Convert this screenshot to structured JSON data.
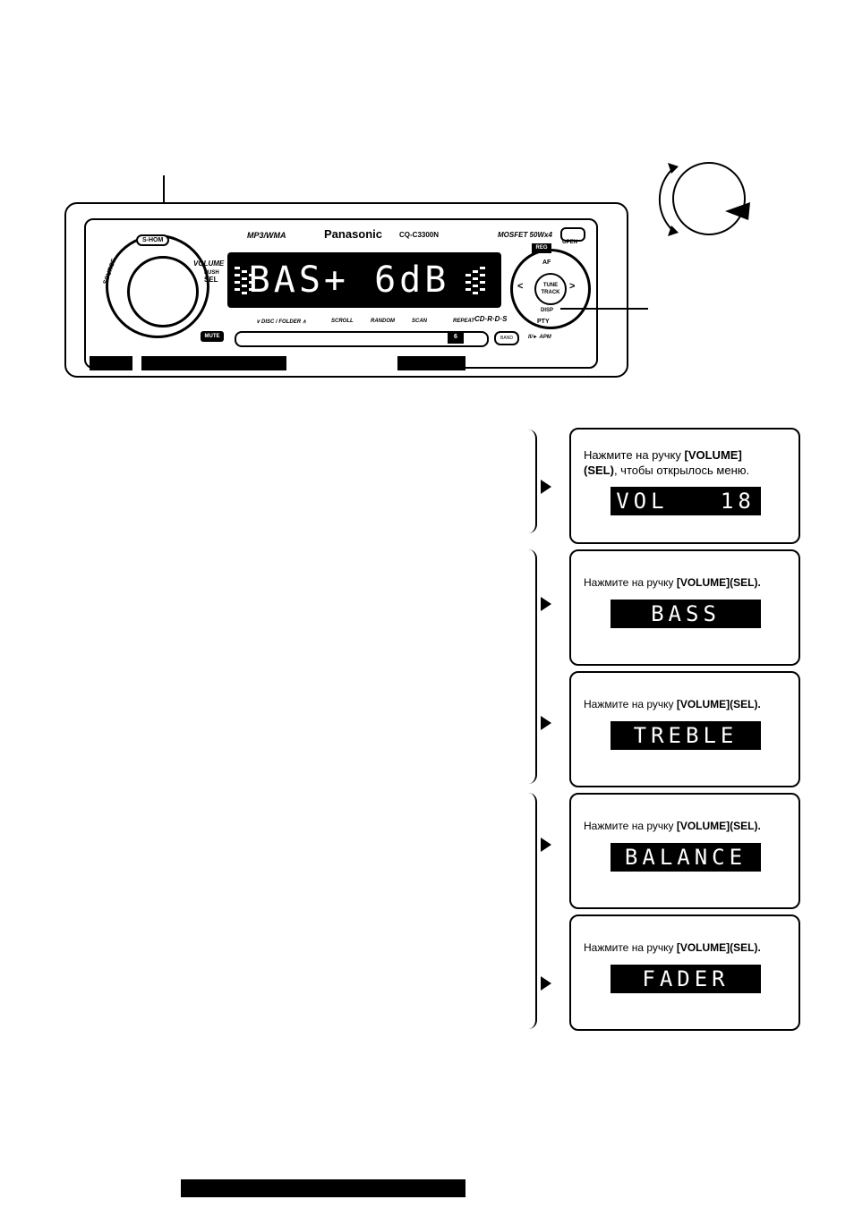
{
  "radio": {
    "brand": "Panasonic",
    "model": "CQ-C3300N",
    "format_label": "MP3/WMA",
    "power_label": "MOSFET 50Wx4",
    "shom_label": "S-HOM",
    "volume_label": "VOLUME",
    "push_label": "PUSH",
    "sel_label": "SEL",
    "source_label": "SOURCE",
    "open_label": "OPEN",
    "display_text": "BAS+ 6dB",
    "reg_label": "REG",
    "af_label": "AF",
    "tune_label_1": "TUNE",
    "tune_label_2": "TRACK",
    "disp_label": "DISP",
    "pty_label": "PTY",
    "prev_symbol": "<",
    "next_symbol": ">",
    "disc_folder_label": "∨ DISC / FOLDER ∧",
    "scroll_label": "SCROLL",
    "random_label": "RANDOM",
    "scan_label": "SCAN",
    "repeat_label": "REPEAT",
    "cdrds_label": "CD·R·D·S",
    "apm_label": "II/► APM",
    "band_label": "BAND",
    "btn6_label": "6",
    "mute_label": "MUTE"
  },
  "steps": [
    {
      "instruction_prefix": "Нажмите на ручку ",
      "instruction_bold": "[VOLUME] (SEL)",
      "instruction_suffix": ", чтобы открылось меню.",
      "line1": "Нажмите на ручку ",
      "line1_bold": "[VOLUME]",
      "line2_bold": "(SEL)",
      "line2": ", чтобы открылось меню.",
      "lcd": "VOL   18"
    },
    {
      "instruction": "Нажмите на ручку ",
      "instruction_bold": "[VOLUME](SEL).",
      "lcd": "BASS"
    },
    {
      "instruction": "Нажмите на ручку ",
      "instruction_bold": "[VOLUME](SEL).",
      "lcd": "TREBLE"
    },
    {
      "instruction": "Нажмите на ручку ",
      "instruction_bold": "[VOLUME](SEL).",
      "lcd": "BALANCE"
    },
    {
      "instruction": "Нажмите на ручку ",
      "instruction_bold": "[VOLUME](SEL).",
      "lcd": "FADER"
    }
  ]
}
